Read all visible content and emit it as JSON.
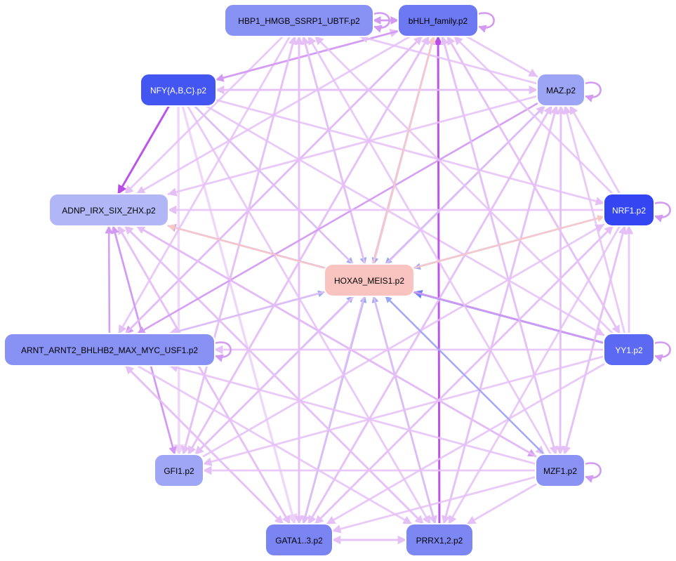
{
  "colors": {
    "strong_purple": "#b94be8",
    "medium_purple": "#d39af3",
    "light_purple": "#e5c0f7",
    "pale_purple": "#ecd0f9",
    "blue": "#99a8f2",
    "strong_blue": "#6f7ef2",
    "peach": "#f7c9c3"
  },
  "nodes": [
    {
      "id": "hbp1",
      "label": "HBP1_HMGB_SSRP1_UBTF.p2",
      "fill": "#8792f4",
      "text_color": "#000000"
    },
    {
      "id": "bhlh",
      "label": "bHLH_family.p2",
      "fill": "#6d78f3",
      "text_color": "#000000"
    },
    {
      "id": "nfy",
      "label": "NFY{A,B,C}.p2",
      "fill": "#4456f2",
      "text_color": "#ffffff"
    },
    {
      "id": "maz",
      "label": "MAZ.p2",
      "fill": "#9ba4f5",
      "text_color": "#000000"
    },
    {
      "id": "adnp",
      "label": "ADNP_IRX_SIX_ZHX.p2",
      "fill": "#b0b6f6",
      "text_color": "#000000"
    },
    {
      "id": "nrf1",
      "label": "NRF1.p2",
      "fill": "#3346f2",
      "text_color": "#ffffff"
    },
    {
      "id": "hoxa9",
      "label": "HOXA9_MEIS1.p2",
      "fill": "#f9c4c0",
      "text_color": "#000000"
    },
    {
      "id": "arnt",
      "label": "ARNT_ARNT2_BHLHB2_MAX_MYC_USF1.p2",
      "fill": "#8891f4",
      "text_color": "#000000"
    },
    {
      "id": "yy1",
      "label": "YY1.p2",
      "fill": "#5c69f3",
      "text_color": "#ffffff"
    },
    {
      "id": "gfi1",
      "label": "GFI1.p2",
      "fill": "#9ea6f5",
      "text_color": "#000000"
    },
    {
      "id": "mzf1",
      "label": "MZF1.p2",
      "fill": "#8a93f4",
      "text_color": "#000000"
    },
    {
      "id": "gata",
      "label": "GATA1..3.p2",
      "fill": "#7a85f3",
      "text_color": "#000000"
    },
    {
      "id": "prrx",
      "label": "PRRX1,2.p2",
      "fill": "#7c87f3",
      "text_color": "#000000"
    }
  ],
  "edges": [
    {
      "from": "nfy",
      "to": "adnp",
      "color": "strong_purple"
    },
    {
      "from": "nfy",
      "to": "hoxa9",
      "color": "blue"
    },
    {
      "from": "nfy",
      "to": "maz",
      "color": "light_purple"
    },
    {
      "from": "nfy",
      "to": "bhlh",
      "color": "light_purple"
    },
    {
      "from": "nfy",
      "to": "gfi1",
      "color": "pale_purple"
    },
    {
      "from": "nfy",
      "to": "gata",
      "color": "pale_purple"
    },
    {
      "from": "nfy",
      "to": "prrx",
      "color": "light_purple"
    },
    {
      "from": "nfy",
      "to": "mzf1",
      "color": "light_purple"
    },
    {
      "from": "nfy",
      "to": "yy1",
      "color": "light_purple"
    },
    {
      "from": "nfy",
      "to": "nrf1",
      "color": "light_purple"
    },
    {
      "from": "hbp1",
      "to": "bhlh",
      "color": "medium_purple"
    },
    {
      "from": "hbp1",
      "to": "hoxa9",
      "color": "blue"
    },
    {
      "from": "hbp1",
      "to": "gata",
      "color": "light_purple"
    },
    {
      "from": "hbp1",
      "to": "gfi1",
      "color": "light_purple"
    },
    {
      "from": "hbp1",
      "to": "adnp",
      "color": "light_purple"
    },
    {
      "from": "hbp1",
      "to": "arnt",
      "color": "light_purple"
    },
    {
      "from": "hbp1",
      "to": "prrx",
      "color": "light_purple"
    },
    {
      "from": "bhlh",
      "to": "hbp1",
      "color": "medium_purple"
    },
    {
      "from": "bhlh",
      "to": "nfy",
      "color": "medium_purple"
    },
    {
      "from": "bhlh",
      "to": "hoxa9",
      "color": "blue"
    },
    {
      "from": "bhlh",
      "to": "arnt",
      "color": "medium_purple"
    },
    {
      "from": "bhlh",
      "to": "adnp",
      "color": "light_purple"
    },
    {
      "from": "bhlh",
      "to": "gfi1",
      "color": "light_purple"
    },
    {
      "from": "bhlh",
      "to": "gata",
      "color": "light_purple"
    },
    {
      "from": "bhlh",
      "to": "maz",
      "color": "light_purple"
    },
    {
      "from": "bhlh",
      "to": "mzf1",
      "color": "light_purple"
    },
    {
      "from": "bhlh",
      "to": "yy1",
      "color": "light_purple"
    },
    {
      "from": "prrx",
      "to": "bhlh",
      "color": "strong_purple"
    },
    {
      "from": "prrx",
      "to": "hoxa9",
      "color": "blue"
    },
    {
      "from": "prrx",
      "to": "hbp1",
      "color": "light_purple"
    },
    {
      "from": "prrx",
      "to": "adnp",
      "color": "light_purple"
    },
    {
      "from": "prrx",
      "to": "gata",
      "color": "light_purple"
    },
    {
      "from": "prrx",
      "to": "maz",
      "color": "light_purple"
    },
    {
      "from": "gata",
      "to": "hoxa9",
      "color": "blue"
    },
    {
      "from": "gata",
      "to": "bhlh",
      "color": "light_purple"
    },
    {
      "from": "gata",
      "to": "hbp1",
      "color": "light_purple"
    },
    {
      "from": "gata",
      "to": "prrx",
      "color": "light_purple"
    },
    {
      "from": "gata",
      "to": "adnp",
      "color": "light_purple"
    },
    {
      "from": "gata",
      "to": "arnt",
      "color": "light_purple"
    },
    {
      "from": "gata",
      "to": "maz",
      "color": "light_purple"
    },
    {
      "from": "gata",
      "to": "nrf1",
      "color": "light_purple"
    },
    {
      "from": "gfi1",
      "to": "hoxa9",
      "color": "blue"
    },
    {
      "from": "gfi1",
      "to": "bhlh",
      "color": "light_purple"
    },
    {
      "from": "gfi1",
      "to": "adnp",
      "color": "medium_purple"
    },
    {
      "from": "gfi1",
      "to": "hbp1",
      "color": "light_purple"
    },
    {
      "from": "gfi1",
      "to": "maz",
      "color": "light_purple"
    },
    {
      "from": "gfi1",
      "to": "nrf1",
      "color": "light_purple"
    },
    {
      "from": "adnp",
      "to": "gfi1",
      "color": "medium_purple"
    },
    {
      "from": "adnp",
      "to": "gata",
      "color": "light_purple"
    },
    {
      "from": "adnp",
      "to": "mzf1",
      "color": "medium_purple"
    },
    {
      "from": "adnp",
      "to": "prrx",
      "color": "light_purple"
    },
    {
      "from": "arnt",
      "to": "adnp",
      "color": "medium_purple"
    },
    {
      "from": "arnt",
      "to": "hoxa9",
      "color": "blue"
    },
    {
      "from": "arnt",
      "to": "bhlh",
      "color": "light_purple"
    },
    {
      "from": "arnt",
      "to": "gata",
      "color": "light_purple"
    },
    {
      "from": "arnt",
      "to": "prrx",
      "color": "light_purple"
    },
    {
      "from": "maz",
      "to": "hoxa9",
      "color": "blue"
    },
    {
      "from": "maz",
      "to": "nfy",
      "color": "light_purple"
    },
    {
      "from": "maz",
      "to": "adnp",
      "color": "light_purple"
    },
    {
      "from": "maz",
      "to": "hbp1",
      "color": "light_purple"
    },
    {
      "from": "maz",
      "to": "arnt",
      "color": "medium_purple"
    },
    {
      "from": "maz",
      "to": "gfi1",
      "color": "light_purple"
    },
    {
      "from": "maz",
      "to": "gata",
      "color": "light_purple"
    },
    {
      "from": "maz",
      "to": "prrx",
      "color": "light_purple"
    },
    {
      "from": "maz",
      "to": "mzf1",
      "color": "light_purple"
    },
    {
      "from": "nrf1",
      "to": "hoxa9",
      "color": "blue"
    },
    {
      "from": "nrf1",
      "to": "adnp",
      "color": "light_purple"
    },
    {
      "from": "nrf1",
      "to": "bhlh",
      "color": "light_purple"
    },
    {
      "from": "nrf1",
      "to": "maz",
      "color": "light_purple"
    },
    {
      "from": "nrf1",
      "to": "arnt",
      "color": "light_purple"
    },
    {
      "from": "nrf1",
      "to": "gata",
      "color": "light_purple"
    },
    {
      "from": "nrf1",
      "to": "prrx",
      "color": "light_purple"
    },
    {
      "from": "nrf1",
      "to": "mzf1",
      "color": "light_purple"
    },
    {
      "from": "yy1",
      "to": "hoxa9",
      "color": "strong_blue"
    },
    {
      "from": "yy1",
      "to": "adnp",
      "color": "medium_purple"
    },
    {
      "from": "yy1",
      "to": "arnt",
      "color": "light_purple"
    },
    {
      "from": "yy1",
      "to": "nrf1",
      "color": "light_purple"
    },
    {
      "from": "yy1",
      "to": "maz",
      "color": "light_purple"
    },
    {
      "from": "yy1",
      "to": "bhlh",
      "color": "light_purple"
    },
    {
      "from": "yy1",
      "to": "hbp1",
      "color": "light_purple"
    },
    {
      "from": "yy1",
      "to": "gfi1",
      "color": "light_purple"
    },
    {
      "from": "yy1",
      "to": "gata",
      "color": "light_purple"
    },
    {
      "from": "mzf1",
      "to": "hoxa9",
      "color": "blue"
    },
    {
      "from": "mzf1",
      "to": "maz",
      "color": "light_purple"
    },
    {
      "from": "mzf1",
      "to": "nrf1",
      "color": "light_purple"
    },
    {
      "from": "mzf1",
      "to": "bhlh",
      "color": "light_purple"
    },
    {
      "from": "mzf1",
      "to": "hbp1",
      "color": "light_purple"
    },
    {
      "from": "mzf1",
      "to": "adnp",
      "color": "light_purple"
    },
    {
      "from": "mzf1",
      "to": "arnt",
      "color": "light_purple"
    },
    {
      "from": "mzf1",
      "to": "gfi1",
      "color": "light_purple"
    },
    {
      "from": "mzf1",
      "to": "gata",
      "color": "light_purple"
    },
    {
      "from": "mzf1",
      "to": "prrx",
      "color": "light_purple"
    },
    {
      "from": "hoxa9",
      "to": "adnp",
      "color": "peach"
    },
    {
      "from": "hoxa9",
      "to": "bhlh",
      "color": "peach"
    },
    {
      "from": "hoxa9",
      "to": "nrf1",
      "color": "peach"
    }
  ],
  "self_loops": [
    "bhlh",
    "maz",
    "nrf1",
    "yy1",
    "mzf1",
    "hbp1",
    "arnt"
  ]
}
